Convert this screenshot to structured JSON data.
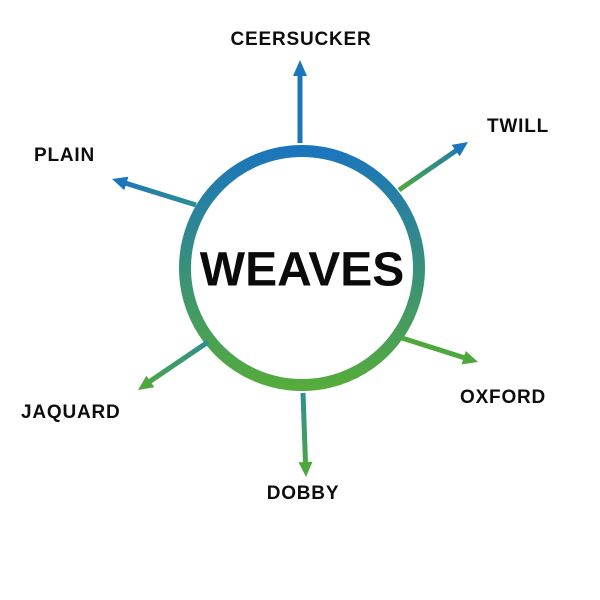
{
  "diagram": {
    "title": "Weaves spider diagram",
    "center_label": "WEAVES",
    "nodes": [
      {
        "label": "CEERSUCKER",
        "position": "top"
      },
      {
        "label": "TWILL",
        "position": "top-right"
      },
      {
        "label": "PLAIN",
        "position": "top-left"
      },
      {
        "label": "OXFORD",
        "position": "bottom-right"
      },
      {
        "label": "JAQUARD",
        "position": "bottom-left"
      },
      {
        "label": "DOBBY",
        "position": "bottom"
      }
    ],
    "colors": {
      "ring_top": "#1b75bc",
      "ring_bottom": "#55ab3c",
      "arrow_blue": "#1b75bc",
      "arrow_green": "#4fa83e",
      "arrow_teal": "#2e8f91",
      "text": "#0d0d0d",
      "background": "#ffffff"
    }
  }
}
